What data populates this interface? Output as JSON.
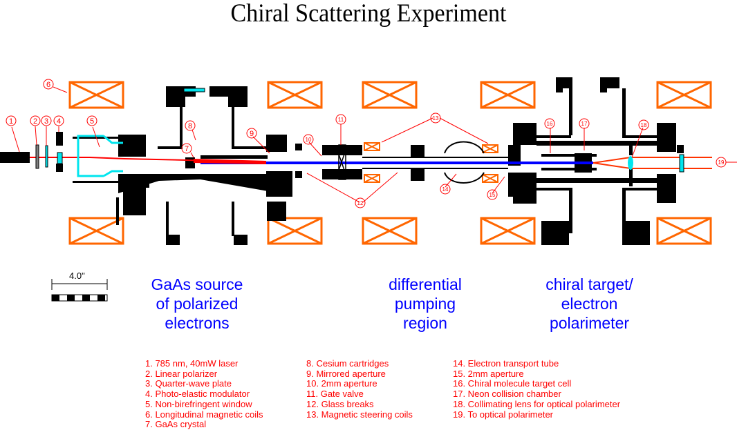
{
  "title": "Chiral Scattering Experiment",
  "colors": {
    "structure": "#000000",
    "coil": "#ff6600",
    "laser": "#ff0000",
    "electron_beam": "#0000ff",
    "optics": "#00e5ee",
    "label_text": "#ff0000",
    "region_text": "#0000ff"
  },
  "scale_bar": {
    "label": "4.0\""
  },
  "regions": [
    {
      "id": "source",
      "lines": [
        "GaAs source",
        "of polarized",
        "electrons"
      ]
    },
    {
      "id": "pumping",
      "lines": [
        "differential",
        "pumping",
        "region"
      ]
    },
    {
      "id": "target",
      "lines": [
        "chiral target/",
        "electron",
        "polarimeter"
      ]
    }
  ],
  "callouts": [
    "1",
    "2",
    "3",
    "4",
    "5",
    "6",
    "7",
    "8",
    "9",
    "10",
    "11",
    "12",
    "13",
    "14",
    "15",
    "16",
    "17",
    "18",
    "19"
  ],
  "legend": {
    "columns": [
      [
        "1.  785 nm, 40mW laser",
        "2.  Linear polarizer",
        "3.  Quarter-wave plate",
        "4.  Photo-elastic modulator",
        "5.  Non-birefringent window",
        "6.  Longitudinal magnetic coils",
        "7.  GaAs crystal"
      ],
      [
        "8.  Cesium cartridges",
        "9.  Mirrored aperture",
        "10.  2mm aperture",
        "11.  Gate valve",
        "12.  Glass breaks",
        "13.  Magnetic steering coils"
      ],
      [
        "14.  Electron transport tube",
        "15.  2mm aperture",
        "16.  Chiral molecule target cell",
        "17.  Neon collision chamber",
        "18.  Collimating lens for optical polarimeter",
        "19.  To optical polarimeter"
      ]
    ]
  }
}
